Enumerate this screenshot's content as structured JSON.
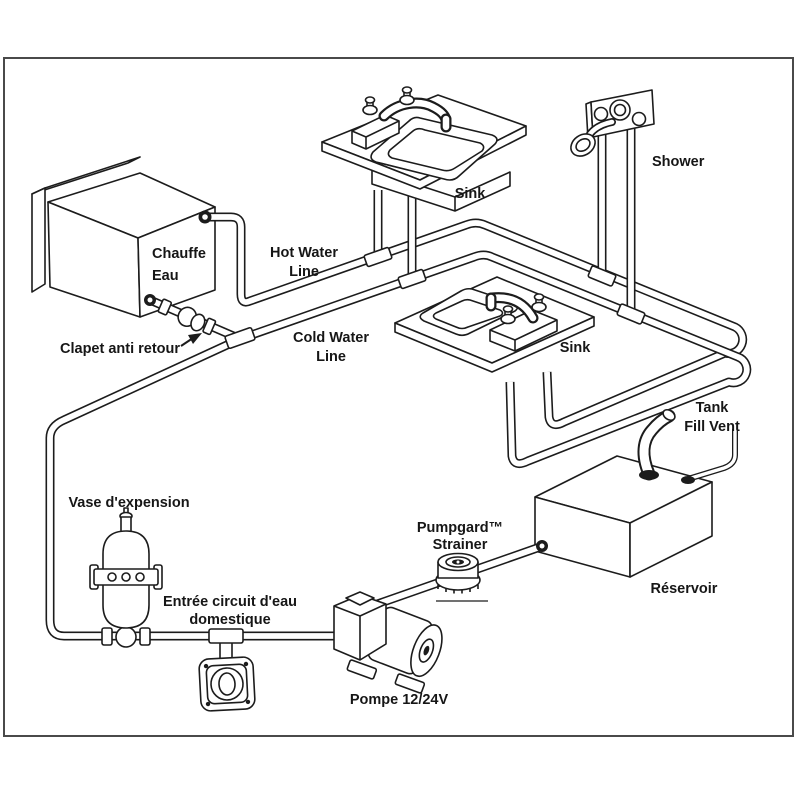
{
  "diagram": {
    "type": "plumbing-schematic",
    "description": "Isometric fresh-water system diagram: water heater, two sinks, shower, tank, pump, strainer, accumulator, city-water inlet",
    "background": "#ffffff",
    "frame_color": "#4a4a4a",
    "line_color": "#1c1c1c",
    "pipe_fill": "#ffffff",
    "labels": {
      "chauffe_eau": [
        "Chauffe",
        "Eau"
      ],
      "clapet": "Clapet anti retour",
      "hot_water_line": [
        "Hot Water",
        "Line"
      ],
      "cold_water_line": [
        "Cold Water",
        "Line"
      ],
      "sink_top": "Sink",
      "sink_middle": "Sink",
      "shower": "Shower",
      "tank_fill_vent": [
        "Tank",
        "Fill Vent"
      ],
      "reservoir": "Réservoir",
      "pumpgard_strainer": [
        "Pumpgard™",
        "Strainer"
      ],
      "pompe": "Pompe 12/24V",
      "vase_expansion": "Vase d'expension",
      "entree_circuit": [
        "Entrée circuit d'eau",
        "domestique"
      ]
    }
  }
}
